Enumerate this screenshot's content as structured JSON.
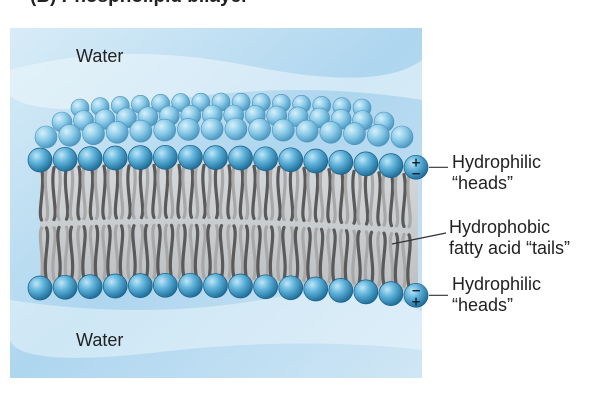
{
  "figure": {
    "title": "(B)  Phospholipid bilayer",
    "water_top": "Water",
    "water_bottom": "Water",
    "labels": {
      "heads_top_1": "Hydrophilic",
      "heads_top_2": "“heads”",
      "tails_1": "Hydrophobic",
      "tails_2": "fatty acid “tails”",
      "heads_bottom_1": "Hydrophilic",
      "heads_bottom_2": "“heads”"
    },
    "charges": {
      "top_plus": "+",
      "top_minus": "−",
      "bottom_minus": "−",
      "bottom_plus": "+"
    },
    "colors": {
      "water_light": "#d8ecf7",
      "water_dark": "#aed6ef",
      "head_highlight": "#bfe6f7",
      "head_mid": "#5fb2da",
      "head_dark": "#1e6f9a",
      "tail_light": "#a8a8a8",
      "tail_dark": "#5a5a5a"
    }
  }
}
